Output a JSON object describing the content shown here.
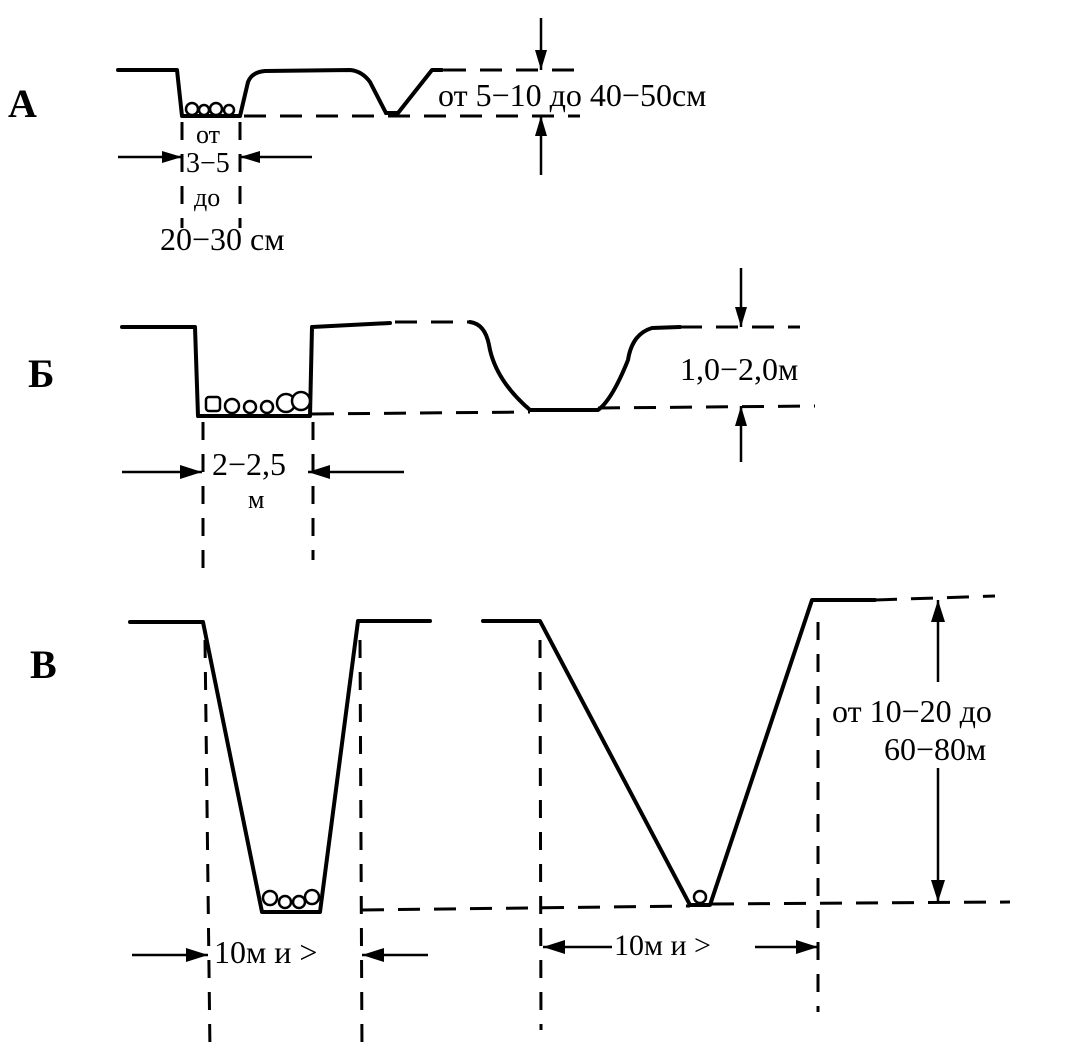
{
  "sections": {
    "a": {
      "label": "А",
      "depth_text": "от 5−10 до 40−50см",
      "width_line1": "от",
      "width_line2": "3−5",
      "width_line3": "до",
      "width_line4": "20−30 см"
    },
    "b": {
      "label": "Б",
      "depth_text": "1,0−2,0м",
      "width_line1": "2−2,5",
      "width_line2": "м"
    },
    "c": {
      "label": "В",
      "depth_line1": "от 10−20 до",
      "depth_line2": "60−80м",
      "width_left": "10м и >",
      "width_right": "10м и >"
    }
  }
}
